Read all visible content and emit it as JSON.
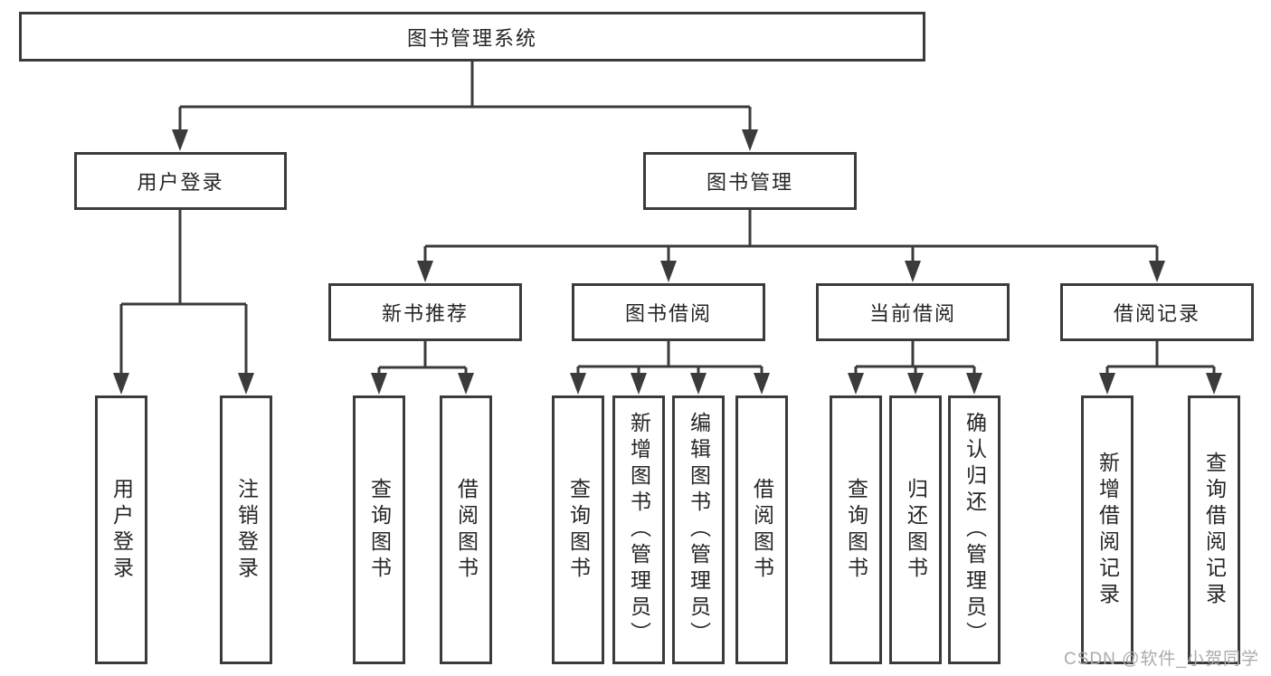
{
  "nodes": {
    "root": {
      "label": "图书管理系统"
    },
    "level2": [
      {
        "label": "用户登录"
      },
      {
        "label": "图书管理"
      }
    ],
    "level3": [
      {
        "label": "新书推荐"
      },
      {
        "label": "图书借阅"
      },
      {
        "label": "当前借阅"
      },
      {
        "label": "借阅记录"
      }
    ],
    "leaves": [
      {
        "label": "用户登录"
      },
      {
        "label": "注销登录"
      },
      {
        "label": "查询图书"
      },
      {
        "label": "借阅图书"
      },
      {
        "label": "查询图书"
      },
      {
        "label": "新增图书（管理员）"
      },
      {
        "label": "编辑图书（管理员）"
      },
      {
        "label": "借阅图书"
      },
      {
        "label": "查询图书"
      },
      {
        "label": "归还图书"
      },
      {
        "label": "确认归还（管理员）"
      },
      {
        "label": "新增借阅记录"
      },
      {
        "label": "查询借阅记录"
      }
    ]
  },
  "watermark": {
    "text": "CSDN @软件_小贺同学",
    "color": "#ababab"
  },
  "colors": {
    "line": "#3b3b3b",
    "text": "#262626",
    "background": "#ffffff"
  }
}
